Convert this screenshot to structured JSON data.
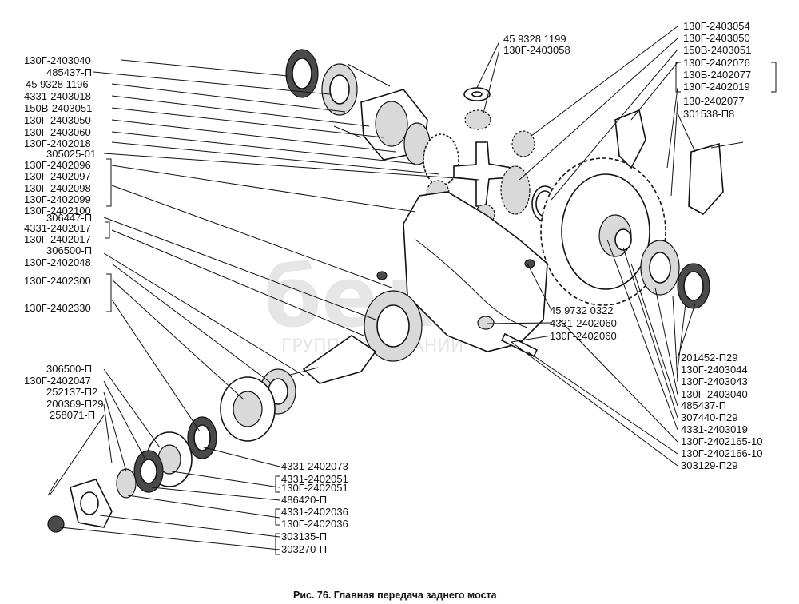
{
  "caption": "Рис. 76. Главная передача заднего моста",
  "watermark": {
    "brand": "белаз",
    "subtitle": "ГРУППА КОМПАНИЙ"
  },
  "labels_left": [
    "130Г-2403040",
    "485437-П",
    "45 9328 1196",
    "4331-2403018",
    "150В-2403051",
    "130Г-2403050",
    "130Г-2403060",
    "130Г-2402018",
    "305025-01",
    "130Г-2402096",
    "130Г-2402097",
    "130Г-2402098",
    "130Г-2402099",
    "130Г-2402100",
    "306447-П",
    "4331-2402017",
    "130Г-2402017",
    "306500-П",
    "130Г-2402048",
    "130Г-2402300",
    "130Г-2402330",
    "306500-П",
    "130Г-2402047",
    "252137-П2",
    "200369-П29",
    "258071-П"
  ],
  "labels_top": [
    "45 9328 1199",
    "130Г-2403058"
  ],
  "labels_right_top": [
    "130Г-2403054",
    "130Г-2403050",
    "150В-2403051",
    "130Г-2402076",
    "130Б-2402077",
    "130Г-2402019",
    "130-2402077",
    "301538-П8"
  ],
  "labels_center": [
    "45 9732 0322",
    "4331-2402060",
    "130Г-2402060"
  ],
  "labels_right_bottom": [
    "201452-П29",
    "130Г-2403044",
    "130Г-2403043",
    "130Г-2403040",
    "485437-П",
    "307440-П29",
    "4331-2403019",
    "130Г-2402165-10",
    "130Г-2402166-10",
    "303129-П29"
  ],
  "labels_bottom": [
    "4331-2402073",
    "4331-2402051",
    "130Г-2402051",
    "486420-П",
    "4331-2402036",
    "130Г-2402036",
    "303135-П",
    "303270-П"
  ]
}
